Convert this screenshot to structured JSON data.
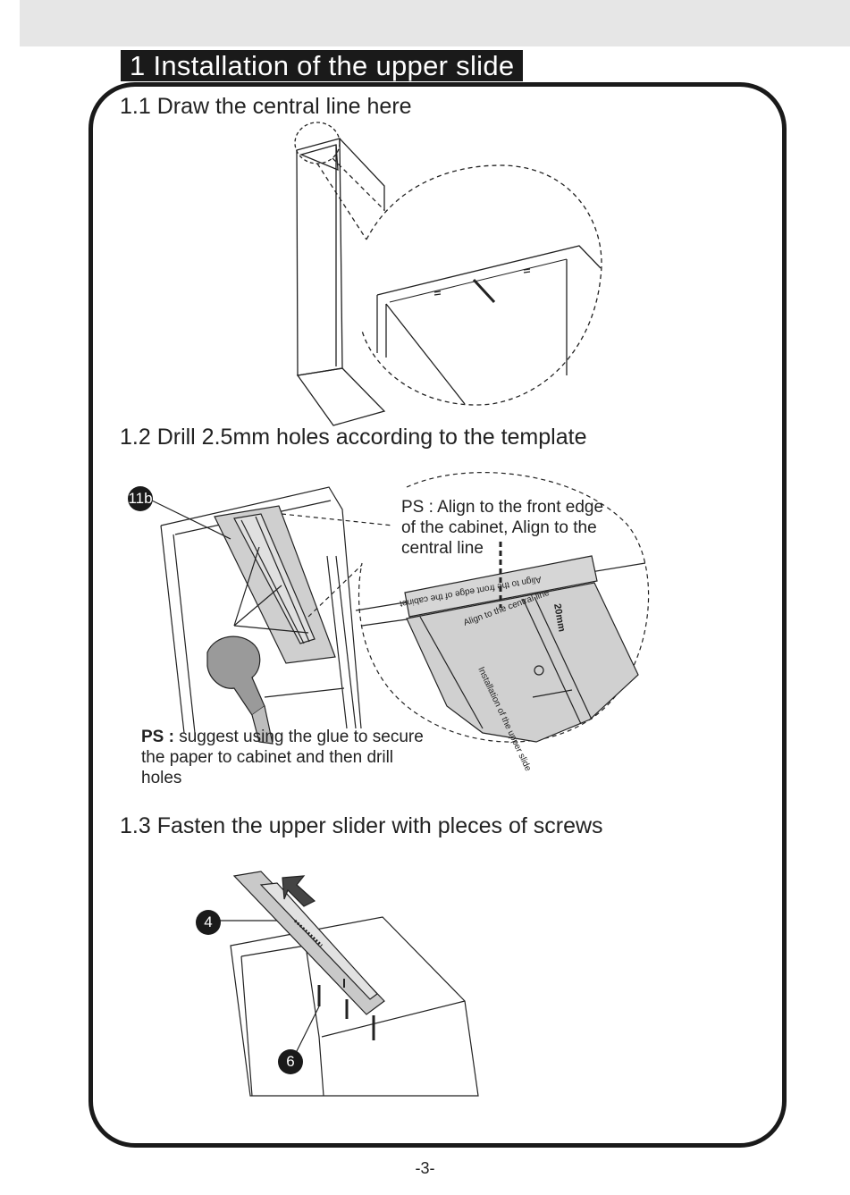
{
  "section": {
    "title": "1 Installation of the upper slide"
  },
  "steps": [
    {
      "label": "1.1 Draw the central line here"
    },
    {
      "label": "1.2 Drill 2.5mm holes according to the template"
    },
    {
      "label": "1.3 Fasten the upper slider with pleces of screws"
    }
  ],
  "notes": {
    "align": "PS : Align to the front edge of the cabinet, Align to the central line",
    "glue_prefix": "PS :",
    "glue_text": " suggest using the glue to secure the paper to cabinet and then drill holes"
  },
  "template_labels": {
    "front_edge": "Align to the front edge of the cabinet",
    "central_line": "Align to the central line",
    "upper_slide": "Installation of the upper slide",
    "dimension": "20mm"
  },
  "callouts": {
    "template": "11b",
    "slide": "4",
    "screws": "6"
  },
  "footer": {
    "page": "-3-"
  }
}
